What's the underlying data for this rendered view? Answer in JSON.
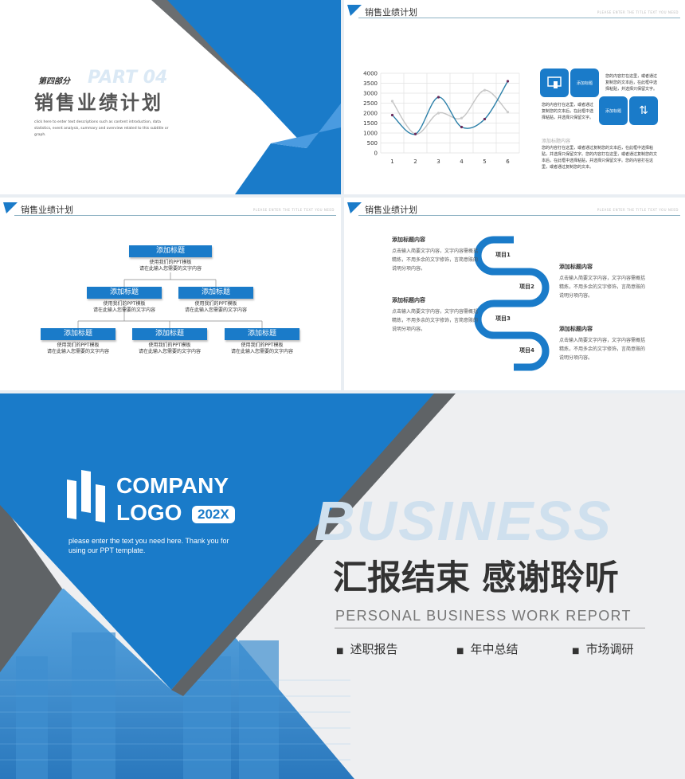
{
  "slide1": {
    "part_cn": "第四部分",
    "part_en": "PART 04",
    "title": "销售业绩计划",
    "desc": "click here to enter text descriptions such as content introduction, data statistics, event analysis, summary and overview related to this subtitle or graph."
  },
  "header": {
    "title": "销售业绩计划",
    "subtitle_en": "PLEASE ENTER THE TITLE TEXT YOU NEED"
  },
  "slide2": {
    "tile1_label": "添加标题",
    "tile2_label": "添加标题",
    "text_right": "您的内容打在这里，或者通过复制您的文本后，在此框中选择粘贴，并选择只保留文字。",
    "text_left": "您的内容打在这里，或者通过复制您的文本后，在此框中选择粘贴，并选择只保留文字。",
    "sub_title": "添加标题内容",
    "sub_text": "您的内容打在这里，或者通过复制您的文本后，在此框中选择粘贴，并选择只保留文字。您的内容打在这里，或者通过复制您的文本后，在此框中选择粘贴，并选择只保留文字。您的内容打在这里，或者通过复制您的文本。",
    "icons": [
      "touch-screen-icon",
      "sort-arrows-icon"
    ]
  },
  "chart_data": {
    "type": "line",
    "x": [
      1,
      2,
      3,
      4,
      5,
      6
    ],
    "ylim": [
      0,
      4000
    ],
    "yticks": [
      0,
      500,
      1000,
      1500,
      2000,
      2500,
      3000,
      3500,
      4000
    ],
    "grid": true,
    "smooth": true,
    "series": [
      {
        "color": "#2a7fa8",
        "values": [
          1900,
          950,
          2800,
          1300,
          1700,
          3600
        ]
      },
      {
        "color": "#c4c4c4",
        "values": [
          2600,
          950,
          2000,
          1750,
          3150,
          2050
        ]
      }
    ]
  },
  "slide3": {
    "nodes": [
      {
        "title": "添加标题",
        "text1": "使用我们的PPT模板",
        "text2": "请在此输入您需要的文字内容"
      },
      {
        "title": "添加标题",
        "text1": "使用我们的PPT模板",
        "text2": "请在此输入您需要的文字内容"
      },
      {
        "title": "添加标题",
        "text1": "使用我们的PPT模板",
        "text2": "请在此输入您需要的文字内容"
      },
      {
        "title": "添加标题",
        "text1": "使用我们的PPT模板",
        "text2": "请在此输入您需要的文字内容"
      },
      {
        "title": "添加标题",
        "text1": "使用我们的PPT模板",
        "text2": "请在此输入您需要的文字内容"
      },
      {
        "title": "添加标题",
        "text1": "使用我们的PPT模板",
        "text2": "请在此输入您需要的文字内容"
      }
    ]
  },
  "slide4": {
    "items": [
      "项目1",
      "项目2",
      "项目3",
      "项目4"
    ],
    "blocks": [
      {
        "title": "添加标题内容",
        "text": "点击输入简要文字内容，文字内容需概括精炼，不用多余的文字修饰，言简意赅的说明分项内容。"
      },
      {
        "title": "添加标题内容",
        "text": "点击输入简要文字内容，文字内容需概括精炼，不用多余的文字修饰，言简意赅的说明分项内容。"
      },
      {
        "title": "添加标题内容",
        "text": "点击输入简要文字内容，文字内容需概括精炼，不用多余的文字修饰，言简意赅的说明分项内容。"
      },
      {
        "title": "添加标题内容",
        "text": "点击输入简要文字内容，文字内容需概括精炼，不用多余的文字修饰，言简意赅的说明分项内容。"
      }
    ]
  },
  "slide5": {
    "logo_line1": "COMPANY",
    "logo_line2": "LOGO",
    "logo_year": "202X",
    "intro": "please enter the text you need here. Thank you for using our PPT template.",
    "bg_word": "BUSINESS",
    "title": "汇报结束 感谢聆听",
    "subtitle": "PERSONAL BUSINESS WORK REPORT",
    "tags": [
      "述职报告",
      "年中总结",
      "市场调研"
    ]
  },
  "colors": {
    "primary": "#1a7bc9",
    "gray": "#5f6366",
    "background": "#eeeff1"
  }
}
